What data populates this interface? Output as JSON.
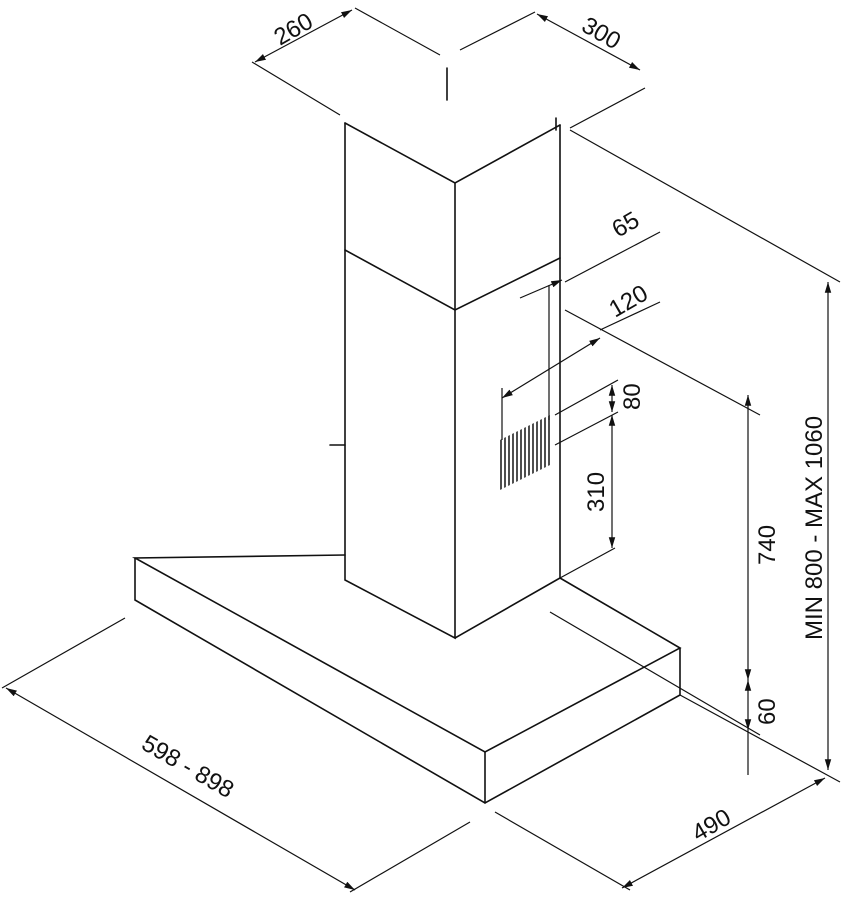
{
  "dimensions": {
    "chimney_depth": "260",
    "chimney_width": "300",
    "outlet_offset_top": "65",
    "outlet_offset_side": "120",
    "vent_height": "80",
    "vent_offset": "310",
    "chimney_visible_height": "740",
    "canopy_thickness": "60",
    "total_height": "MIN 800 - MAX 1060",
    "canopy_width": "598 - 898",
    "canopy_depth": "490"
  },
  "colors": {
    "line": "#111111",
    "background": "#ffffff"
  }
}
